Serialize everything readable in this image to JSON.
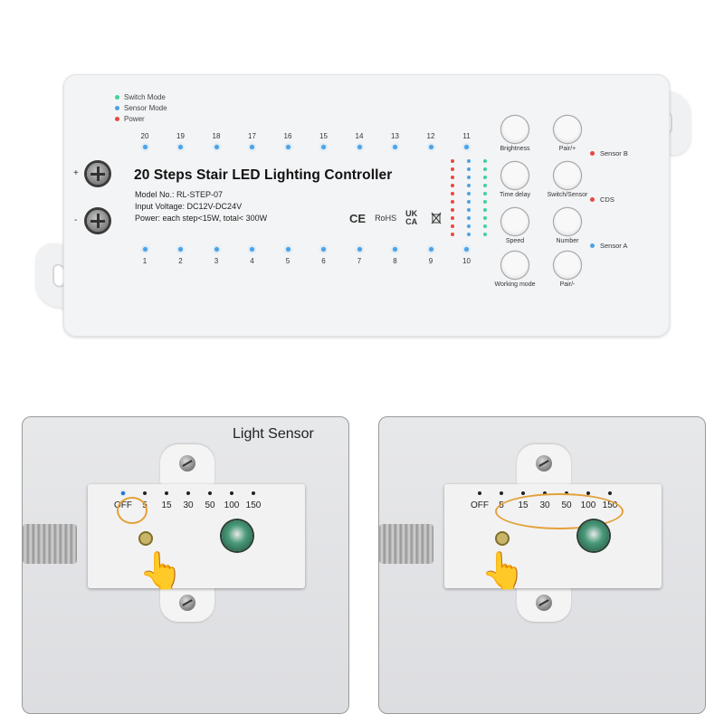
{
  "legend": [
    {
      "label": "Switch Mode",
      "color": "#3fd39a"
    },
    {
      "label": "Sensor Mode",
      "color": "#4aa3e8"
    },
    {
      "label": "Power",
      "color": "#e8483f"
    }
  ],
  "steps_top": [
    "20",
    "19",
    "18",
    "17",
    "16",
    "15",
    "14",
    "13",
    "12",
    "11"
  ],
  "steps_bottom": [
    "1",
    "2",
    "3",
    "4",
    "5",
    "6",
    "7",
    "8",
    "9",
    "10"
  ],
  "product": {
    "title": "20 Steps Stair LED Lighting Controller",
    "model": "Model No.: RL-STEP-07",
    "voltage": "Input Voltage: DC12V-DC24V",
    "power": "Power: each step<15W, total< 300W"
  },
  "certifications": [
    "CE",
    "RoHS",
    "UK CA"
  ],
  "terminals": {
    "plus": "+",
    "minus": "-"
  },
  "buttons": [
    {
      "label": "Brightness"
    },
    {
      "label": "Pair/+"
    },
    {
      "label": "Time delay"
    },
    {
      "label": "Switch/Sensor"
    },
    {
      "label": "Speed"
    },
    {
      "label": "Number"
    },
    {
      "label": "Working mode"
    },
    {
      "label": "Pair/-"
    }
  ],
  "sensor_indicators": [
    {
      "label": "Sensor B",
      "color": "#e8483f"
    },
    {
      "label": "CDS",
      "color": "#e8483f"
    },
    {
      "label": "Sensor A",
      "color": "#4aa3e8"
    }
  ],
  "indicator_colors": {
    "red": "#e8483f",
    "blue": "#4aa3e8",
    "green": "#3fd39a"
  },
  "light_sensor": {
    "title": "Light Sensor",
    "levels": [
      "OFF",
      "5",
      "15",
      "30",
      "50",
      "100",
      "150"
    ]
  },
  "highlight_color": "#e3a13a"
}
